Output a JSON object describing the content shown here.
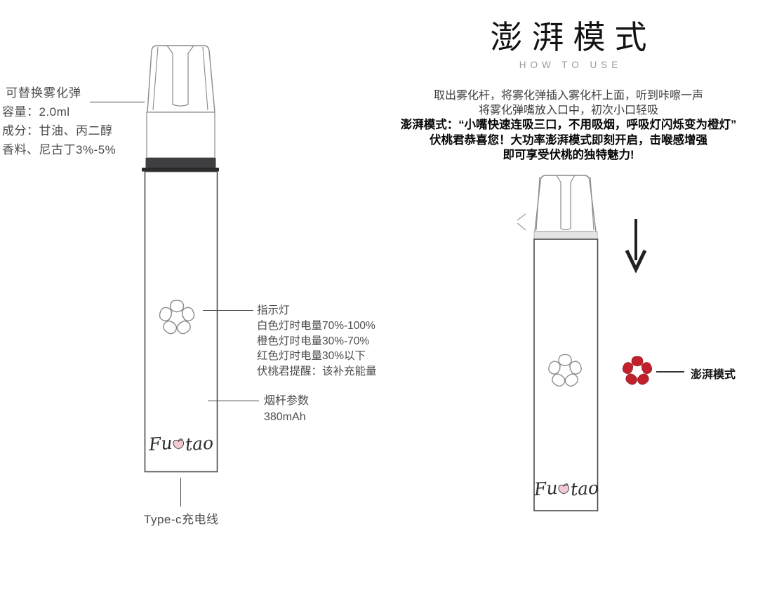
{
  "colors": {
    "accent_red": "#c1212d",
    "pod_band_dark": "#3f3f42",
    "device_outline": "#8a8a8a",
    "body_outline": "#4a4a4a",
    "label_text": "#4a4a4a",
    "title_text": "#131313",
    "subtitle_gray": "#9b9b9b",
    "peach_pink": "#f4c9d4"
  },
  "icons": {
    "flower_outline": "flower-outline-icon (5 outlined petals)",
    "flower_red": "flower-red-icon (5 red petals)",
    "peach": "peach-icon (pink peach in logo)",
    "arrow_down": "arrow-down-icon"
  },
  "brand": {
    "fu": "Fu",
    "tao": "tao"
  },
  "left": {
    "pod_title": "可替换雾化弹",
    "pod_lines": [
      "容量：2.0ml",
      "成分：甘油、丙二醇",
      "香料、尼古丁3%-5%"
    ],
    "indicator_title": "指示灯",
    "indicator_lines": [
      "白色灯时电量70%-100%",
      "橙色灯时电量30%-70%",
      "红色灯时电量30%以下",
      "伏桃君提醒：该补充能量"
    ],
    "battery_title": "烟杆参数",
    "battery_value": "380mAh",
    "cable_label": "Type-c充电线"
  },
  "right": {
    "title": "澎湃模式",
    "subtitle": "HOW TO USE",
    "instructions": [
      "取出雾化杆，将雾化弹插入雾化杆上面，听到咔嚓一声",
      "将雾化弹嘴放入口中，初次小口轻吸",
      "澎湃模式：“小嘴快速连吸三口，不用吸烟，呼吸灯闪烁变为橙灯”",
      "伏桃君恭喜您！大功率澎湃模式即刻开启，击喉感增强",
      "即可享受伏桃的独特魅力!"
    ],
    "mode_label": "澎湃模式"
  }
}
